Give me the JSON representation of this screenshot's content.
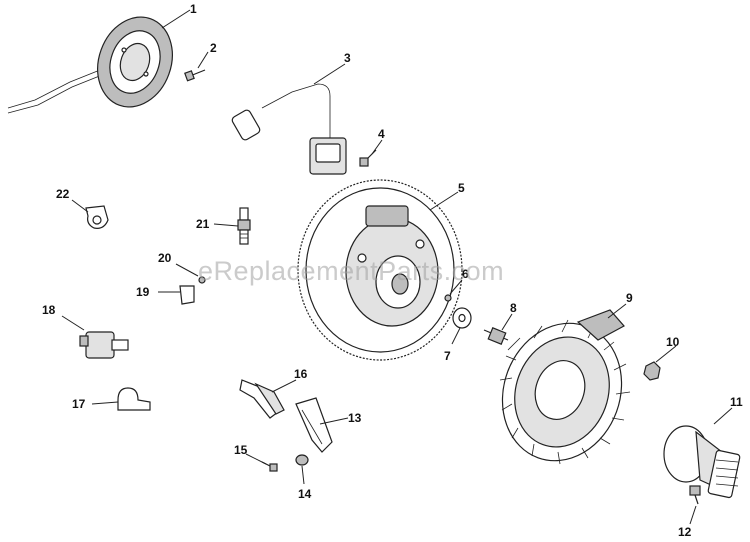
{
  "diagram": {
    "watermark": "eReplacementParts.com",
    "callouts": [
      "1",
      "2",
      "3",
      "4",
      "5",
      "6",
      "7",
      "8",
      "9",
      "10",
      "11",
      "12",
      "13",
      "14",
      "15",
      "16",
      "17",
      "18",
      "19",
      "20",
      "21",
      "22"
    ]
  },
  "colors": {
    "line": "#222222",
    "shade": "#bdbdbd",
    "watermark": "#a0a0a0"
  }
}
